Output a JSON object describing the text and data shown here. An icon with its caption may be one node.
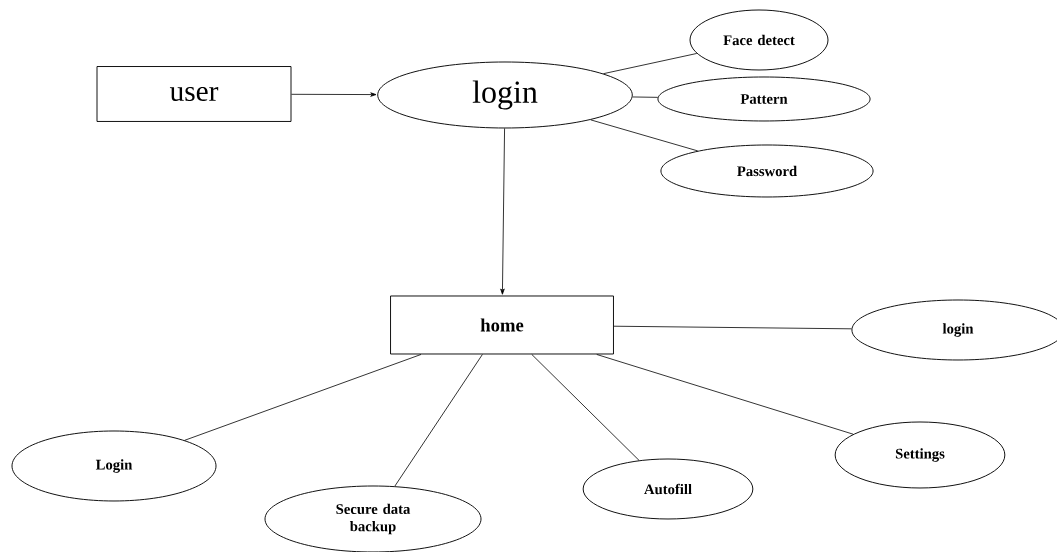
{
  "diagram": {
    "nodes": [
      {
        "text": [
          "user"
        ]
      },
      {
        "text": [
          "login"
        ]
      },
      {
        "text": [
          "Face detect"
        ]
      },
      {
        "text": [
          "Pattern"
        ]
      },
      {
        "text": [
          "Password"
        ]
      },
      {
        "text": [
          "home"
        ]
      },
      {
        "text": [
          "login"
        ]
      },
      {
        "text": [
          "Login"
        ]
      },
      {
        "text": [
          "Secure data backup"
        ]
      },
      {
        "text": [
          "Autofill"
        ]
      },
      {
        "text": [
          "Settings"
        ]
      }
    ],
    "edges": [
      {
        "from": 0,
        "to": 1,
        "arrow": "to"
      },
      {
        "from": 1,
        "to": 2,
        "arrow": "none"
      },
      {
        "from": 1,
        "to": 3,
        "arrow": "none"
      },
      {
        "from": 1,
        "to": 4,
        "arrow": "none"
      },
      {
        "from": 1,
        "to": 5,
        "arrow": "to"
      },
      {
        "from": 5,
        "to": 6,
        "arrow": "none"
      },
      {
        "from": 5,
        "to": 7,
        "arrow": "none"
      },
      {
        "from": 5,
        "to": 8,
        "arrow": "none"
      },
      {
        "from": 5,
        "to": 9,
        "arrow": "none"
      },
      {
        "from": 5,
        "to": 10,
        "arrow": "none"
      }
    ]
  }
}
